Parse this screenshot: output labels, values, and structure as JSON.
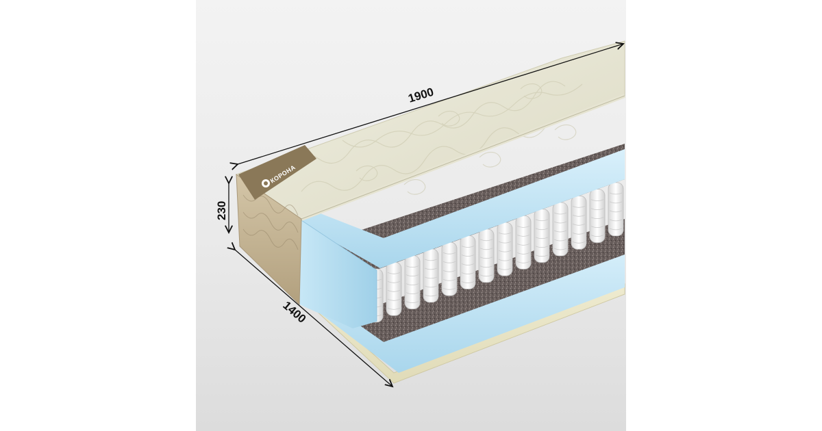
{
  "product": {
    "brand": "КОРОНА",
    "dimensions": {
      "length": "1900",
      "width": "1400",
      "height": "230"
    }
  },
  "colors": {
    "cover": "#e4e2cf",
    "side_fabric": "#c9b99a",
    "foam": "#bfe2f3",
    "coir": "#6b6260",
    "spring_pocket": "#f4f4f4",
    "background": "#ececec"
  }
}
